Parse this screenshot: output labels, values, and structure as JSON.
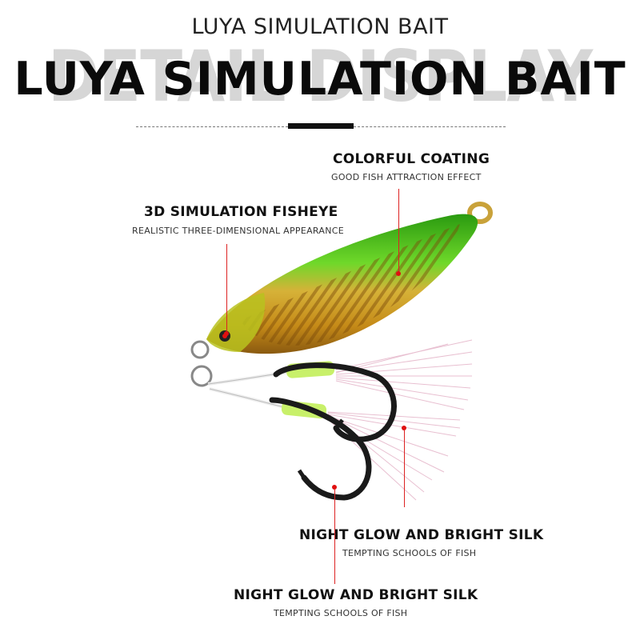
{
  "header": {
    "subtitle": "LUYA SIMULATION BAIT",
    "watermark": "DETAIL DISPLAY",
    "title": "LUYA SIMULATION BAIT"
  },
  "callouts": {
    "coating": {
      "title": "COLORFUL COATING",
      "desc": "GOOD FISH ATTRACTION EFFECT"
    },
    "fisheye": {
      "title": "3D SIMULATION FISHEYE",
      "desc": "REALISTIC THREE-DIMENSIONAL APPEARANCE"
    },
    "silk_upper": {
      "title": "NIGHT GLOW AND BRIGHT SILK",
      "desc": "TEMPTING SCHOOLS OF FISH"
    },
    "silk_lower": {
      "title": "NIGHT GLOW AND BRIGHT SILK",
      "desc": "TEMPTING SCHOOLS OF FISH"
    }
  },
  "colors": {
    "lure_green": "#3fbf1a",
    "lure_gold": "#c8901a",
    "pointer_red": "#e01010",
    "hook_black": "#1a1a1a",
    "thread_lime": "#c8f06a"
  }
}
